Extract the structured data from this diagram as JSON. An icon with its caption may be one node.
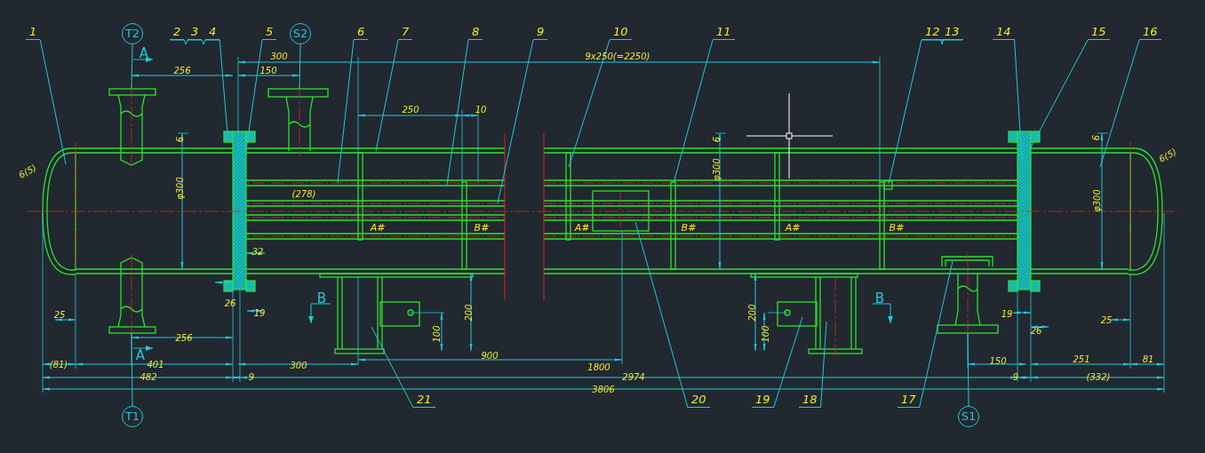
{
  "diagram": {
    "nodes": [
      {
        "text": [
          "1"
        ]
      },
      {
        "text": [
          "T2"
        ]
      },
      {
        "text": [
          "2"
        ]
      },
      {
        "text": [
          "3"
        ]
      },
      {
        "text": [
          "4"
        ]
      },
      {
        "text": [
          "5"
        ]
      },
      {
        "text": [
          "S2"
        ]
      },
      {
        "text": [
          "6"
        ]
      },
      {
        "text": [
          "7"
        ]
      },
      {
        "text": [
          "8"
        ]
      },
      {
        "text": [
          "9"
        ]
      },
      {
        "text": [
          "10"
        ]
      },
      {
        "text": [
          "11"
        ]
      },
      {
        "text": [
          "12"
        ]
      },
      {
        "text": [
          "13"
        ]
      },
      {
        "text": [
          "14"
        ]
      },
      {
        "text": [
          "15"
        ]
      },
      {
        "text": [
          "16"
        ]
      },
      {
        "text": [
          "T1"
        ]
      },
      {
        "text": [
          "21"
        ]
      },
      {
        "text": [
          "20"
        ]
      },
      {
        "text": [
          "19"
        ]
      },
      {
        "text": [
          "18"
        ]
      },
      {
        "text": [
          "17"
        ]
      },
      {
        "text": [
          "S1"
        ]
      }
    ],
    "edges": [
      {
        "from": 0,
        "to": null,
        "arrow": "none"
      },
      {
        "from": 1,
        "to": null,
        "arrow": "none"
      },
      {
        "from": 2,
        "to": null,
        "arrow": "none"
      },
      {
        "from": 3,
        "to": null,
        "arrow": "none"
      },
      {
        "from": 4,
        "to": null,
        "arrow": "none"
      },
      {
        "from": 5,
        "to": null,
        "arrow": "none"
      },
      {
        "from": 6,
        "to": null,
        "arrow": "none"
      },
      {
        "from": 7,
        "to": null,
        "arrow": "none"
      },
      {
        "from": 8,
        "to": null,
        "arrow": "none"
      },
      {
        "from": 9,
        "to": null,
        "arrow": "none"
      },
      {
        "from": 10,
        "to": null,
        "arrow": "none"
      },
      {
        "from": 11,
        "to": null,
        "arrow": "none"
      },
      {
        "from": 12,
        "to": null,
        "arrow": "none"
      },
      {
        "from": 13,
        "to": null,
        "arrow": "none"
      },
      {
        "from": 14,
        "to": null,
        "arrow": "none"
      },
      {
        "from": 15,
        "to": null,
        "arrow": "none"
      },
      {
        "from": 16,
        "to": null,
        "arrow": "none"
      },
      {
        "from": 17,
        "to": null,
        "arrow": "none"
      },
      {
        "from": 18,
        "to": null,
        "arrow": "none"
      },
      {
        "from": 19,
        "to": null,
        "arrow": "none"
      },
      {
        "from": 20,
        "to": null,
        "arrow": "none"
      },
      {
        "from": 21,
        "to": null,
        "arrow": "none"
      },
      {
        "from": 22,
        "to": null,
        "arrow": "none"
      },
      {
        "from": 23,
        "to": null,
        "arrow": "none"
      },
      {
        "from": 24,
        "to": null,
        "arrow": "none"
      }
    ],
    "labels": [
      "A",
      "256",
      "300",
      "150",
      "9x250(=2250)",
      "250",
      "10",
      "6",
      "6",
      "6",
      "6(5)",
      "φ300",
      "φ300",
      "6(5)",
      "(278)",
      "φ300",
      "A#",
      "B#",
      "A#",
      "B#",
      "A#",
      "B#",
      "32",
      "B",
      "B",
      "26",
      "19",
      "200",
      "200",
      "25",
      "100",
      "100",
      "19",
      "26",
      "25",
      "256",
      "A",
      "(81)",
      "401",
      "300",
      "900",
      "150",
      "251",
      "81",
      "1800",
      "482",
      "9",
      "2974",
      "9",
      "(332)",
      "3806"
    ]
  }
}
